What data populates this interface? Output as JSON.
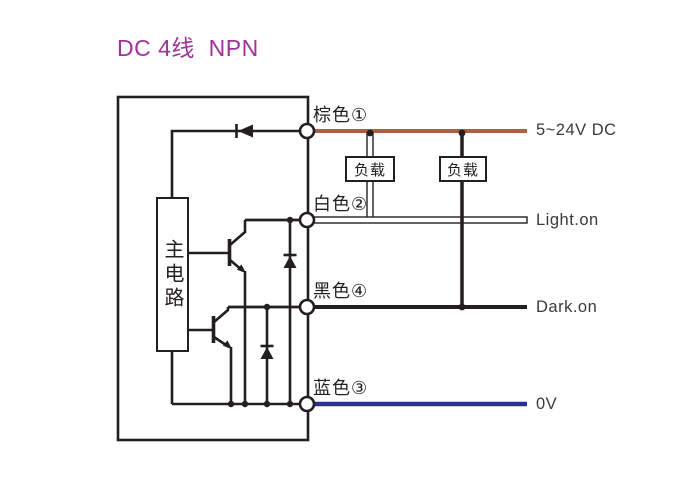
{
  "title": "DC 4线  NPN",
  "device": {
    "main_circuit_label": "主电路",
    "type_label": "NPN",
    "wire_count_label": "DC 4线"
  },
  "wires": [
    {
      "name": "brown",
      "label": "棕色①",
      "terminal_label": "5~24V DC",
      "color": "#b15c45"
    },
    {
      "name": "white",
      "label": "白色②",
      "terminal_label": "Light.on",
      "color": "#ffffff"
    },
    {
      "name": "black",
      "label": "黑色④",
      "terminal_label": "Dark.on",
      "color": "#231f20"
    },
    {
      "name": "blue",
      "label": "蓝色③",
      "terminal_label": "0V",
      "color": "#2e3192"
    }
  ],
  "loads": [
    {
      "label": "负载"
    },
    {
      "label": "负载"
    }
  ],
  "colors": {
    "title_accent": "#a3309b",
    "line": "#231f20",
    "brown_wire": "#b15c45",
    "blue_wire": "#2e3192",
    "background": "#ffffff"
  }
}
